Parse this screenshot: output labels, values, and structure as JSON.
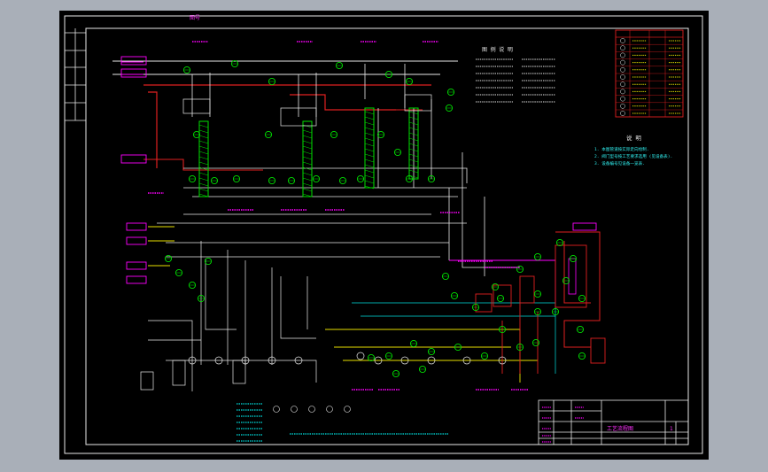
{
  "colors": {
    "background": "#a9afb8",
    "sheet": "#000000",
    "frame": "#ffffff",
    "pipe_white": "#e8e8e8",
    "pipe_red": "#e02020",
    "pipe_yellow": "#e8e000",
    "pipe_cyan": "#00e0e0",
    "pipe_magenta": "#ff00ff",
    "pipe_green": "#00e000",
    "text_magenta": "#ff30ff",
    "text_cyan": "#30f0f0"
  },
  "header_mark": "图号",
  "notes": {
    "title": "说 明",
    "lines": [
      "1. 本图管道按实际走向绘制.",
      "2. 阀门型号按工艺要求选用 (见设备表).",
      "3. 设备编号见设备一览表."
    ]
  },
  "legend_title": "图 例 说 明",
  "title_block": {
    "drawing_title": "工艺流程图",
    "sheet_no": "1"
  }
}
